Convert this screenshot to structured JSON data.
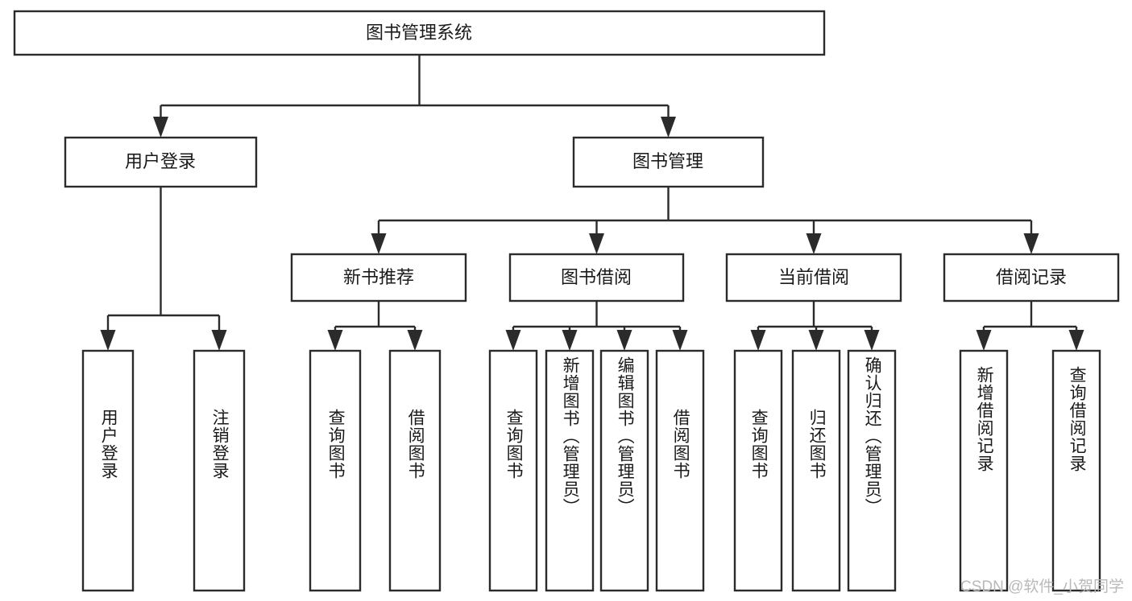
{
  "diagram": {
    "title": "图书管理系统",
    "type": "tree-hierarchy",
    "watermark": "CSDN @软件_小贺同学",
    "colors": {
      "stroke": "#2b2b2b",
      "box_fill": "#ffffff",
      "text": "#1a1a1a",
      "watermark": "#b9b9b9",
      "background": "#ffffff"
    },
    "levels": {
      "root": {
        "label": "图书管理系统"
      },
      "level2": [
        {
          "label": "用户登录"
        },
        {
          "label": "图书管理"
        }
      ],
      "level3": [
        {
          "label": "新书推荐"
        },
        {
          "label": "图书借阅"
        },
        {
          "label": "当前借阅"
        },
        {
          "label": "借阅记录"
        }
      ],
      "leaves": {
        "user_login": [
          {
            "label": "用户登录"
          },
          {
            "label": "注销登录"
          }
        ],
        "new_book_recommend": [
          {
            "label": "查询图书"
          },
          {
            "label": "借阅图书"
          }
        ],
        "book_borrow": [
          {
            "label": "查询图书"
          },
          {
            "label": "新增图书（管理员）"
          },
          {
            "label": "编辑图书（管理员）"
          },
          {
            "label": "借阅图书"
          }
        ],
        "current_borrow": [
          {
            "label": "查询图书"
          },
          {
            "label": "归还图书"
          },
          {
            "label": "确认归还（管理员）"
          }
        ],
        "borrow_record": [
          {
            "label": "新增借阅记录"
          },
          {
            "label": "查询借阅记录"
          }
        ]
      }
    }
  }
}
